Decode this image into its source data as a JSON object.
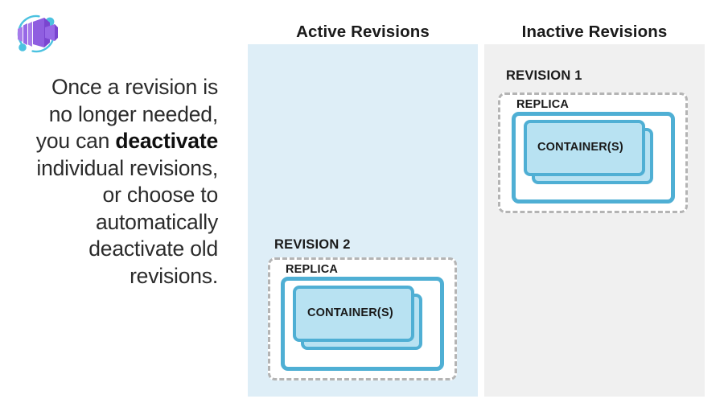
{
  "logo": {
    "icon": "azure-container-apps-icon",
    "colors": {
      "box_light": "#a77bea",
      "box_mid": "#8f5ee0",
      "box_dark": "#7a45d0",
      "orbit": "#4cc2e0"
    }
  },
  "intro": {
    "line1": "Once a revision is",
    "line2": "no longer needed,",
    "line3_prefix": "you can ",
    "line3_bold": "deactivate",
    "line4": "individual revisions,",
    "line5": "or choose to",
    "line6": "automatically",
    "line7": "deactivate old",
    "line8": "revisions."
  },
  "columns": [
    {
      "id": "active",
      "heading": "Active Revisions",
      "background": "#deeef7"
    },
    {
      "id": "inactive",
      "heading": "Inactive Revisions",
      "background": "#f0f0f0"
    }
  ],
  "revisions": [
    {
      "id": "revision-1",
      "column": "inactive",
      "label": "REVISION 1",
      "replica_label": "REPLICA",
      "container_label": "CONTAINER(S)",
      "container_count": 2
    },
    {
      "id": "revision-2",
      "column": "active",
      "label": "REVISION 2",
      "replica_label": "REPLICA",
      "container_label": "CONTAINER(S)",
      "container_count": 2
    }
  ],
  "palette": {
    "accent_blue": "#4fafd4",
    "container_fill": "#b8e2f2",
    "dashed_border": "#b4b4b4",
    "text": "#1a1a1a",
    "body_text": "#2b2b2b"
  }
}
